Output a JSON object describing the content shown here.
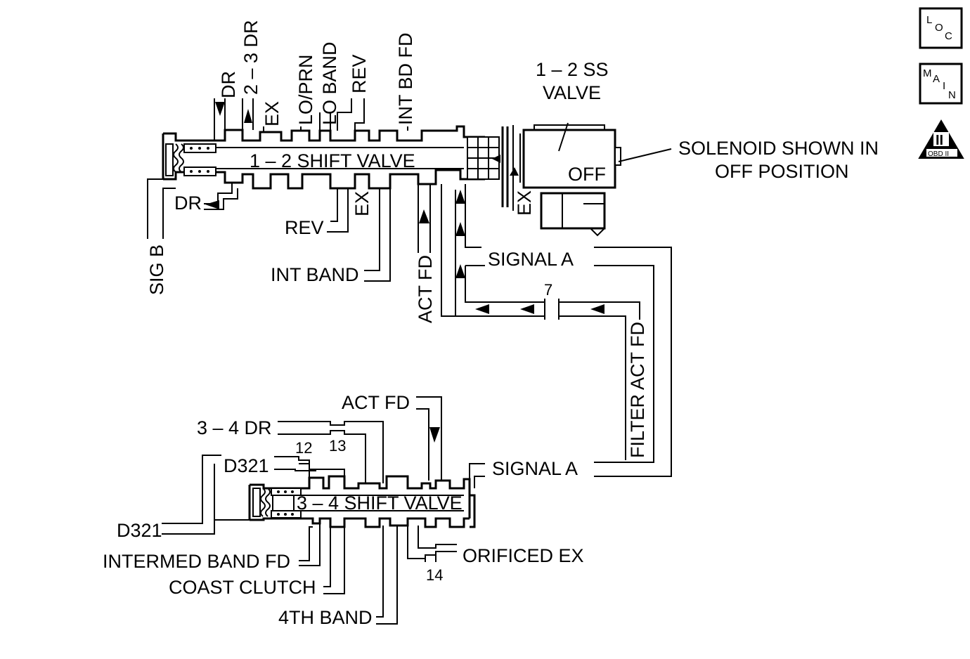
{
  "diagram": {
    "valve_12": {
      "name": "1 – 2 SHIFT VALVE",
      "top_ports": [
        "DR",
        "2 – 3 DR",
        "EX",
        "LO/PRN",
        "LO BAND",
        "REV",
        "INT BD FD"
      ],
      "bottom_ports": [
        "DR",
        "REV",
        "EX",
        "INT BAND",
        "ACT FD"
      ],
      "sig_b": "SIG B"
    },
    "solenoid": {
      "name_line1": "1 – 2 SS",
      "name_line2": "VALVE",
      "state": "OFF",
      "ex": "EX",
      "note_line1": "SOLENOID SHOWN IN",
      "note_line2": "OFF POSITION"
    },
    "signal_a_top": "SIGNAL A",
    "orifice_7": "7",
    "filter_act_fd": "FILTER ACT FD",
    "valve_34": {
      "name": "3 – 4 SHIFT VALVE",
      "act_fd": "ACT FD",
      "dr_34": "3 – 4 DR",
      "orifice_12": "12",
      "orifice_13": "13",
      "d321_top": "D321",
      "d321_left": "D321",
      "signal_a": "SIGNAL A",
      "intermed_band_fd": "INTERMED BAND FD",
      "coast_clutch": "COAST CLUTCH",
      "fourth_band": "4TH BAND",
      "orificed_ex": "ORIFICED EX",
      "orifice_14": "14"
    },
    "icons": {
      "loc": [
        "L",
        "O",
        "C"
      ],
      "main": [
        "M",
        "A",
        "I",
        "N"
      ],
      "obd": [
        "II",
        "OBD II"
      ]
    }
  }
}
